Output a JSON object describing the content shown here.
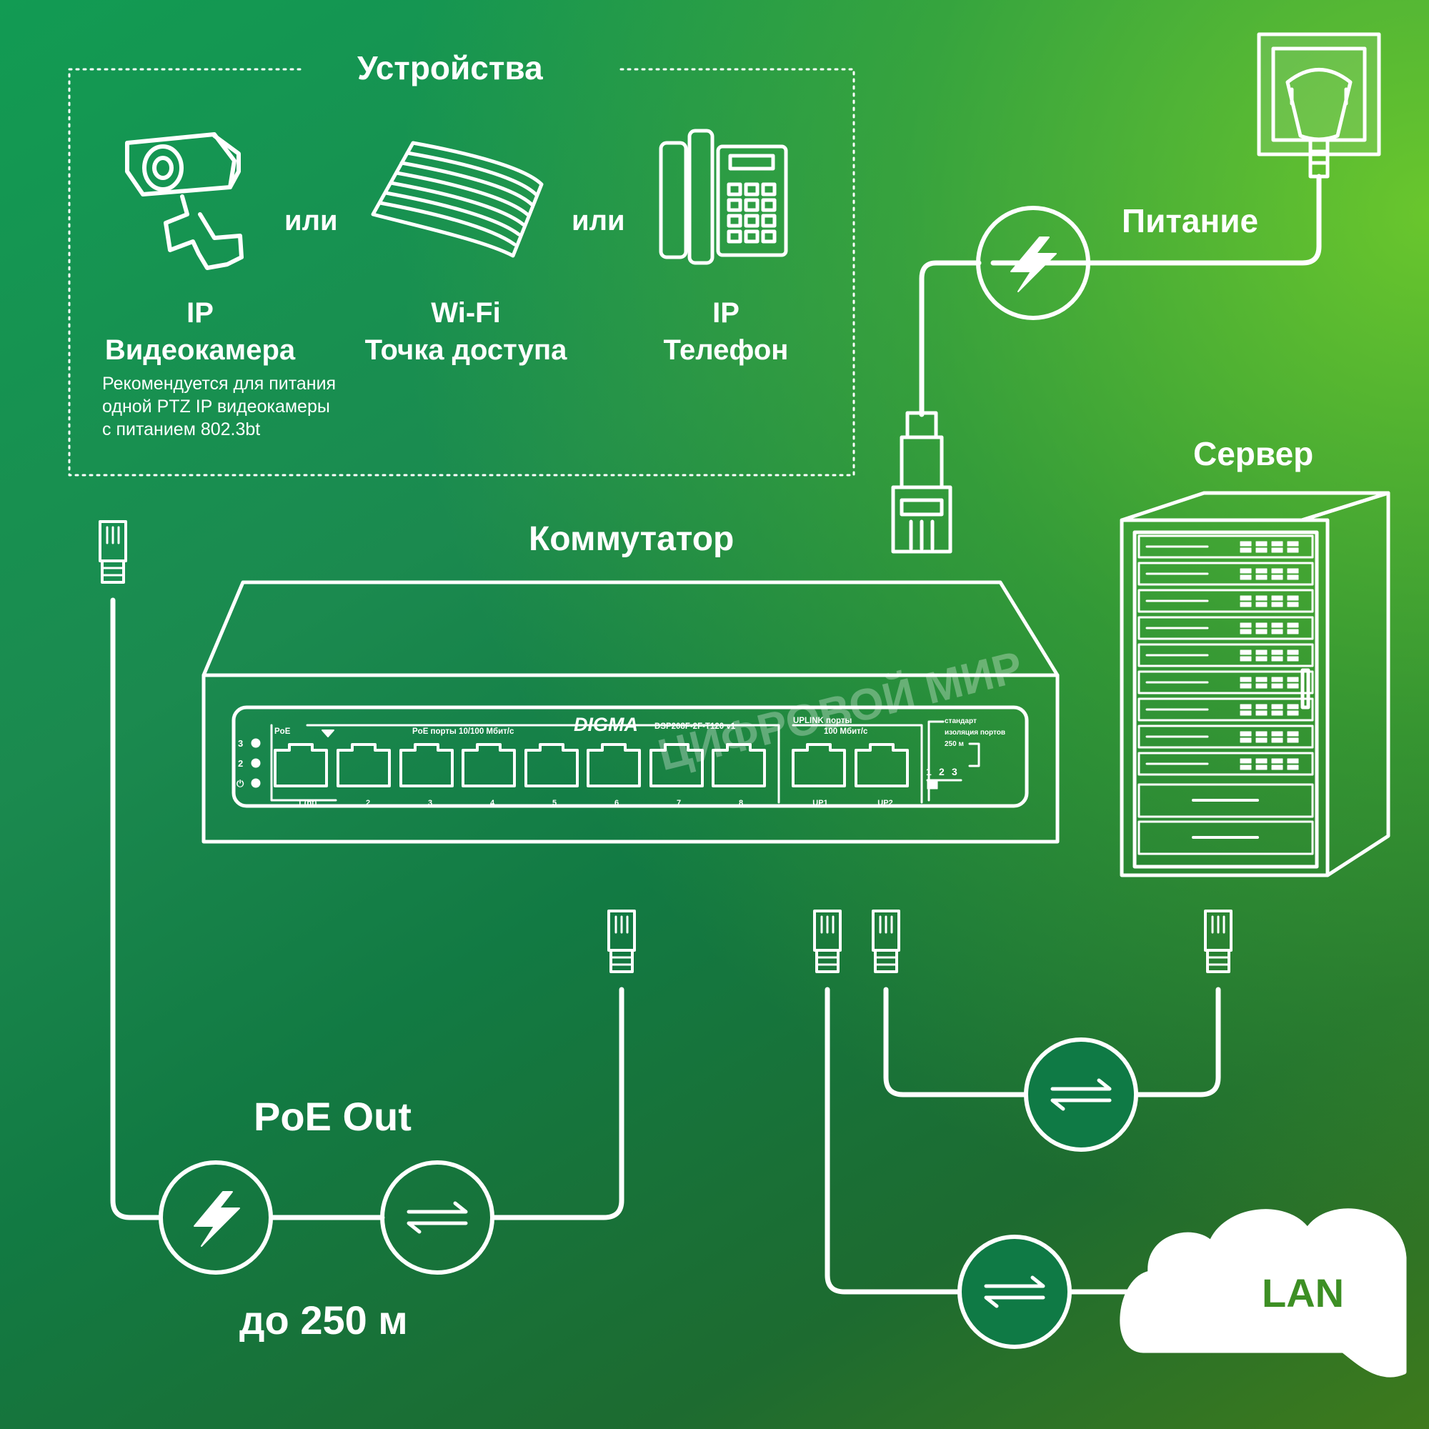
{
  "title": "Устройства",
  "or_label": "или",
  "devices": [
    {
      "line1": "IP",
      "line2": "Видеокамера"
    },
    {
      "line1": "Wi-Fi",
      "line2": "Точка доступа"
    },
    {
      "line1": "IP",
      "line2": "Телефон"
    }
  ],
  "camera_note": [
    "Рекомендуется для питания",
    "одной PTZ IP видеокамеры",
    "с питанием 802.3bt"
  ],
  "power_label": "Питание",
  "server_label": "Сервер",
  "switch_label": "Коммутатор",
  "poe_out_label": "PoE Out",
  "distance_label": "до 250 м",
  "lan_label": "LAN",
  "watermark": "ЦИФРОВОЙ МИР",
  "switch_panel": {
    "brand": "DIGMA",
    "model": "DSP208F-2F-T120 v1",
    "poe_tag": "PoE",
    "poe_ports_label": "PoE порты 10/100 Мбит/с",
    "uplink_label_1": "UPLINK порты",
    "uplink_label_2": "100 Мбит/с",
    "mode_labels": [
      "стандарт",
      "изоляция портов",
      "250 м"
    ],
    "mode_numbers": [
      "1",
      "2",
      "3"
    ],
    "leds": [
      "3",
      "2",
      "⏻"
    ],
    "port_numbers": [
      "1 (bt)",
      "2",
      "3",
      "4",
      "5",
      "6",
      "7",
      "8",
      "UP1",
      "UP2"
    ]
  },
  "colors": {
    "line": "#ffffff",
    "badge_fill": "#0f7a45",
    "lan_text": "#3d8f24"
  }
}
